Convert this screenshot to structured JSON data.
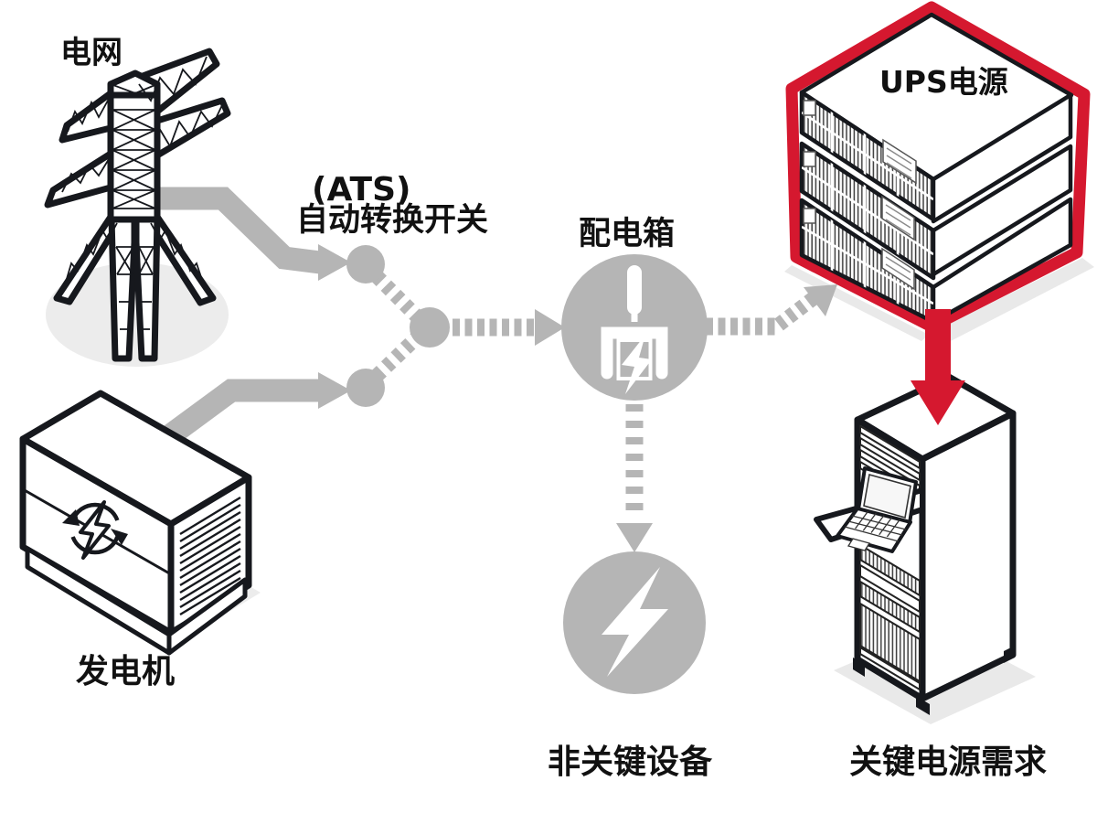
{
  "diagram_title": "UPS backup power system diagram",
  "colors": {
    "red": "#d5182f",
    "gray": "#b5b5b5",
    "shadow": "#ececec",
    "soft": "#e9e9e9",
    "ink": "#16181d"
  },
  "nodes": {
    "grid": {
      "label": "电网",
      "icon": "transmission-tower"
    },
    "generator": {
      "label": "发电机",
      "icon": "generator-box-with-recycle-bolt"
    },
    "ats": {
      "label_abbr": "(ATS)",
      "label_name": "自动转换开关",
      "icon": "three-junction-circles"
    },
    "distribution_box": {
      "label": "配电箱",
      "icon": "power-plug-with-bolt-circle"
    },
    "ups": {
      "label": "UPS电源",
      "icon": "rack-ups-stack-red-highlight"
    },
    "non_critical_load": {
      "label": "非关键设备",
      "icon": "lightning-bolt-circle"
    },
    "critical_load": {
      "label": "关键电源需求",
      "icon": "server-rack-with-laptop"
    }
  },
  "edges": [
    {
      "from": "grid",
      "to": "ats",
      "style": "solid-gray-arrow"
    },
    {
      "from": "generator",
      "to": "ats",
      "style": "solid-gray-arrow"
    },
    {
      "from": "ats",
      "to": "distribution_box",
      "style": "dashed-gray-arrow"
    },
    {
      "from": "distribution_box",
      "to": "ups",
      "style": "dashed-gray-arrow"
    },
    {
      "from": "distribution_box",
      "to": "non_critical_load",
      "style": "dashed-gray-arrow"
    },
    {
      "from": "ups",
      "to": "critical_load",
      "style": "solid-red-arrow"
    }
  ]
}
